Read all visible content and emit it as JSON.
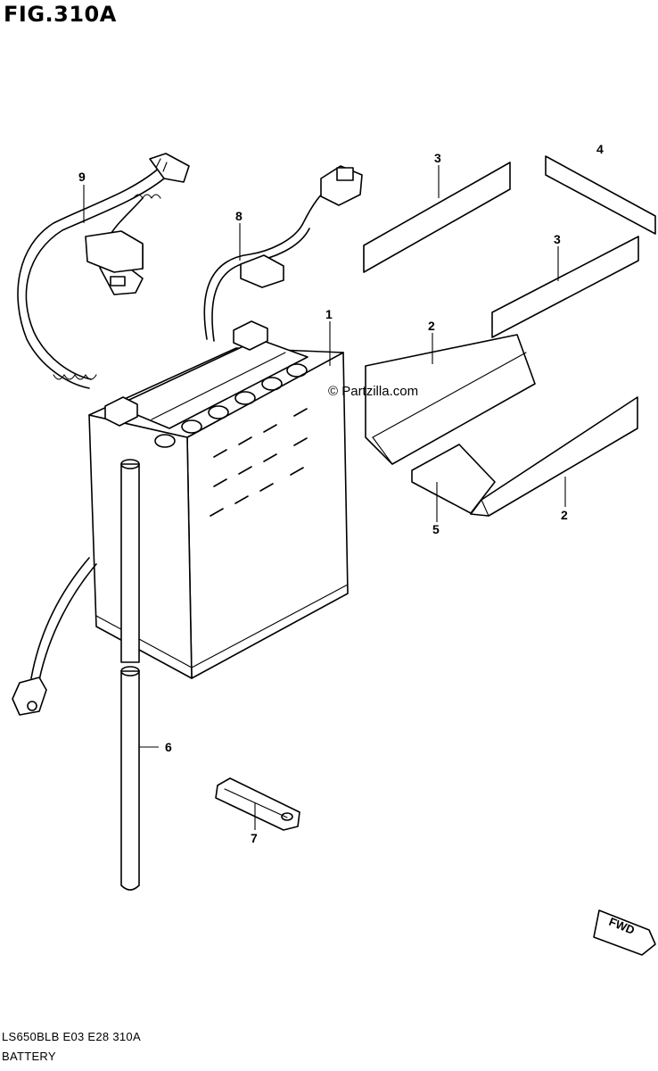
{
  "figure": {
    "title": "FIG.310A",
    "model_code": "LS650BLB  E03  E28  310A",
    "section_name": "BATTERY",
    "watermark": "© Partzilla.com",
    "fwd_label": "FWD"
  },
  "callouts": [
    {
      "id": "c1",
      "label": "1"
    },
    {
      "id": "c2a",
      "label": "2"
    },
    {
      "id": "c2b",
      "label": "2"
    },
    {
      "id": "c3a",
      "label": "3"
    },
    {
      "id": "c3b",
      "label": "3"
    },
    {
      "id": "c4",
      "label": "4"
    },
    {
      "id": "c5",
      "label": "5"
    },
    {
      "id": "c6",
      "label": "6"
    },
    {
      "id": "c7",
      "label": "7"
    },
    {
      "id": "c8",
      "label": "8"
    },
    {
      "id": "c9",
      "label": "9"
    }
  ]
}
